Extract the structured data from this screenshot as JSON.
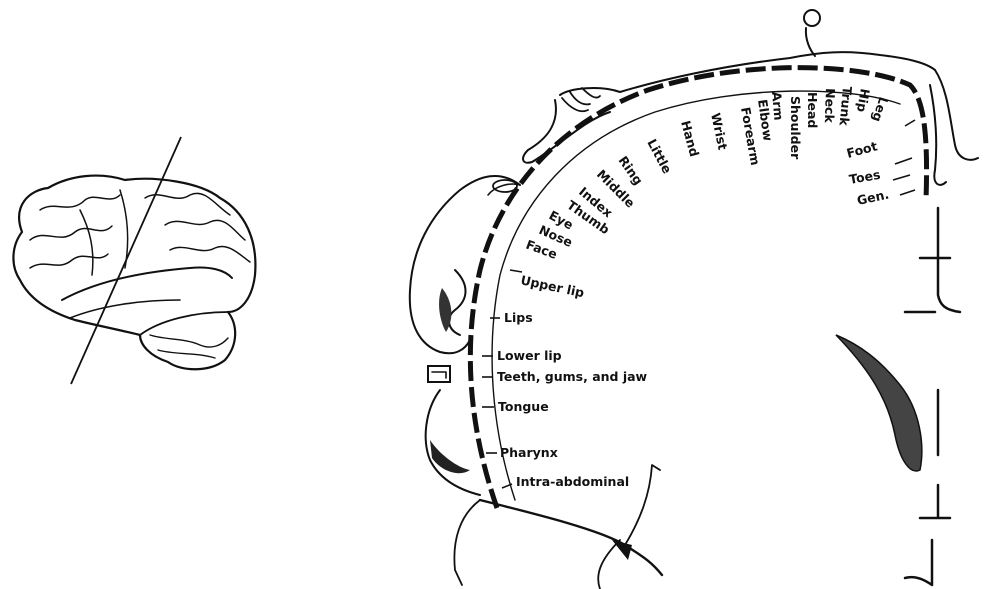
{
  "figure": {
    "brain_view": {
      "icon": "brain-lateral-icon"
    },
    "homunculus": {
      "icon": "motor-homunculus-icon",
      "labels": [
        {
          "text": "Little"
        },
        {
          "text": "Ring"
        },
        {
          "text": "Middle"
        },
        {
          "text": "Index"
        },
        {
          "text": "Thumb"
        },
        {
          "text": "Eye"
        },
        {
          "text": "Nose"
        },
        {
          "text": "Face"
        },
        {
          "text": "Upper lip"
        },
        {
          "text": "Lips"
        },
        {
          "text": "Lower lip"
        },
        {
          "text": "Teeth, gums, and jaw"
        },
        {
          "text": "Tongue"
        },
        {
          "text": "Pharynx"
        },
        {
          "text": "Intra-abdominal"
        },
        {
          "text": "Hand"
        },
        {
          "text": "Wrist"
        },
        {
          "text": "Forearm"
        },
        {
          "text": "Elbow"
        },
        {
          "text": "Arm"
        },
        {
          "text": "Shoulder"
        },
        {
          "text": "Head"
        },
        {
          "text": "Neck"
        },
        {
          "text": "Trunk"
        },
        {
          "text": "Hip"
        },
        {
          "text": "Leg"
        },
        {
          "text": "Foot"
        },
        {
          "text": "Toes"
        },
        {
          "text": "Gen."
        }
      ]
    }
  }
}
